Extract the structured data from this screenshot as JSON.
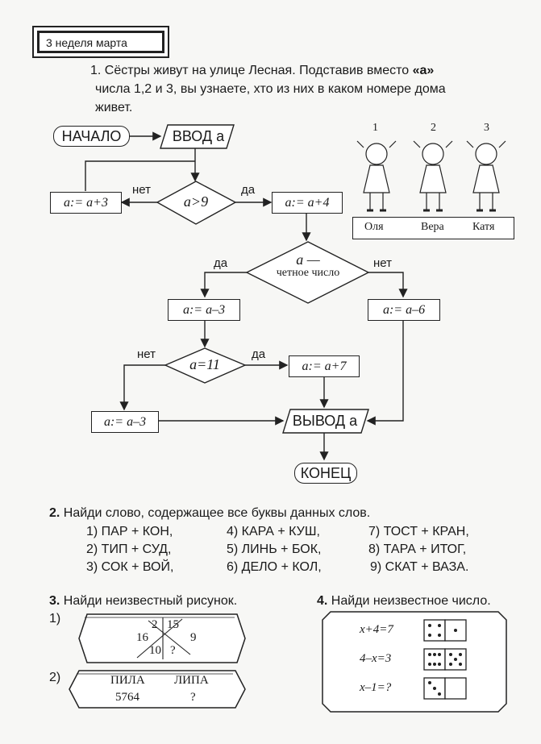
{
  "header": {
    "week_label": "3 неделя марта"
  },
  "task1": {
    "line1_prefix": "1. Сёстры живут на улице Лесная. Подставив вместо ",
    "line1_bold": "«а»",
    "line2": "числа 1,2 и 3, вы узнаете, хто из них в каком номере дома",
    "line3": "живет."
  },
  "flowchart": {
    "start": "НАЧАЛО",
    "input": "ВВОД a",
    "cond1": "a>9",
    "assign_a_plus3": "a:= a+3",
    "assign_a_plus4": "a:= a+4",
    "cond2_top": "a —",
    "cond2_bottom": "четное число",
    "assign_a_minus3": "a:= a–3",
    "assign_a_minus6": "a:= a–6",
    "cond3": "a=11",
    "assign_a_plus7": "a:= a+7",
    "assign_a_minus3_b": "a:= a–3",
    "output": "ВЫВОД a",
    "end": "КОНЕЦ",
    "yes": "да",
    "no": "нет"
  },
  "girls": {
    "numbers": [
      "1",
      "2",
      "3"
    ],
    "names": [
      "Оля",
      "Вера",
      "Катя"
    ]
  },
  "task2": {
    "title_num": "2.",
    "title_text": " Найди слово, содержащее все буквы данных слов.",
    "items": [
      "1) ПАР + КОН,",
      "4) КАРА + КУШ,",
      "7) ТОСТ + КРАН,",
      "2) ТИП + СУД,",
      "5) ЛИНЬ + БОК,",
      "8) ТАРА + ИТОГ,",
      "3) СОК + ВОЙ,",
      "6) ДЕЛО + КОЛ,",
      "9) СКАТ + ВАЗА."
    ]
  },
  "task3": {
    "title_num": "3.",
    "title_text": " Найди неизвестный рисунок.",
    "sub1_label": "1)",
    "sub1_values": [
      "2",
      "15",
      "16",
      "9",
      "10",
      "?"
    ],
    "sub2_label": "2)",
    "sub2_words": [
      "ПИЛА",
      "ЛИПА"
    ],
    "sub2_values": [
      "5764",
      "?"
    ]
  },
  "task4": {
    "title_num": "4.",
    "title_text": " Найди неизвестное число.",
    "equations": [
      "x+4=7",
      "4–x=3",
      "x–1=?"
    ]
  }
}
